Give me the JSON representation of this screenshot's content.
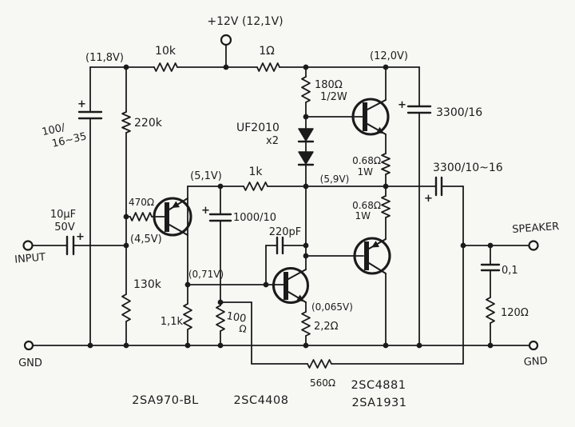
{
  "ink": "#1b1b1b",
  "paper": "#f7f7f4",
  "supply": {
    "label": "+12V (12,1V)"
  },
  "node_voltages": {
    "v_11_8": "(11,8V)",
    "v_12_0": "(12,0V)",
    "v_5_1": "(5,1V)",
    "v_5_9": "(5,9V)",
    "v_4_5": "(4,5V)",
    "v_0_71": "(0,71V)",
    "v_0_065": "(0,065V)"
  },
  "terminals": {
    "input": "INPUT",
    "speaker": "SPEAKER",
    "gnd_left": "GND",
    "gnd_right": "GND"
  },
  "resistors": {
    "r10k": "10k",
    "r1ohm": "1Ω",
    "r220k": "220k",
    "r180": "180Ω",
    "r180_w": "1/2W",
    "r470": "470Ω",
    "r1k": "1k",
    "r130k": "130k",
    "r1_1k": "1,1k",
    "r100": "100",
    "r100_ohm": "Ω",
    "r2_2": "2,2Ω",
    "r068_top": "0.68Ω",
    "r068_top_w": "1W",
    "r068_bot": "0.68Ω",
    "r068_bot_w": "1W",
    "r120": "120Ω",
    "r560": "560Ω"
  },
  "capacitors": {
    "plus": "+",
    "c_rail_1": "100/",
    "c_rail_2": "16~35",
    "c_in_1": "10μF",
    "c_in_2": "50V",
    "c_fb": "1000/10",
    "c_comp": "220pF",
    "c_ps": "3300/16",
    "c_out": "3300/10~16",
    "c_zobel": "0,1"
  },
  "diodes": {
    "label": "UF2010",
    "qty": "x2"
  },
  "transistors": {
    "q1": "2SA970-BL",
    "q2": "2SC4408",
    "q3": "2SC4881",
    "q4": "2SA1931"
  }
}
